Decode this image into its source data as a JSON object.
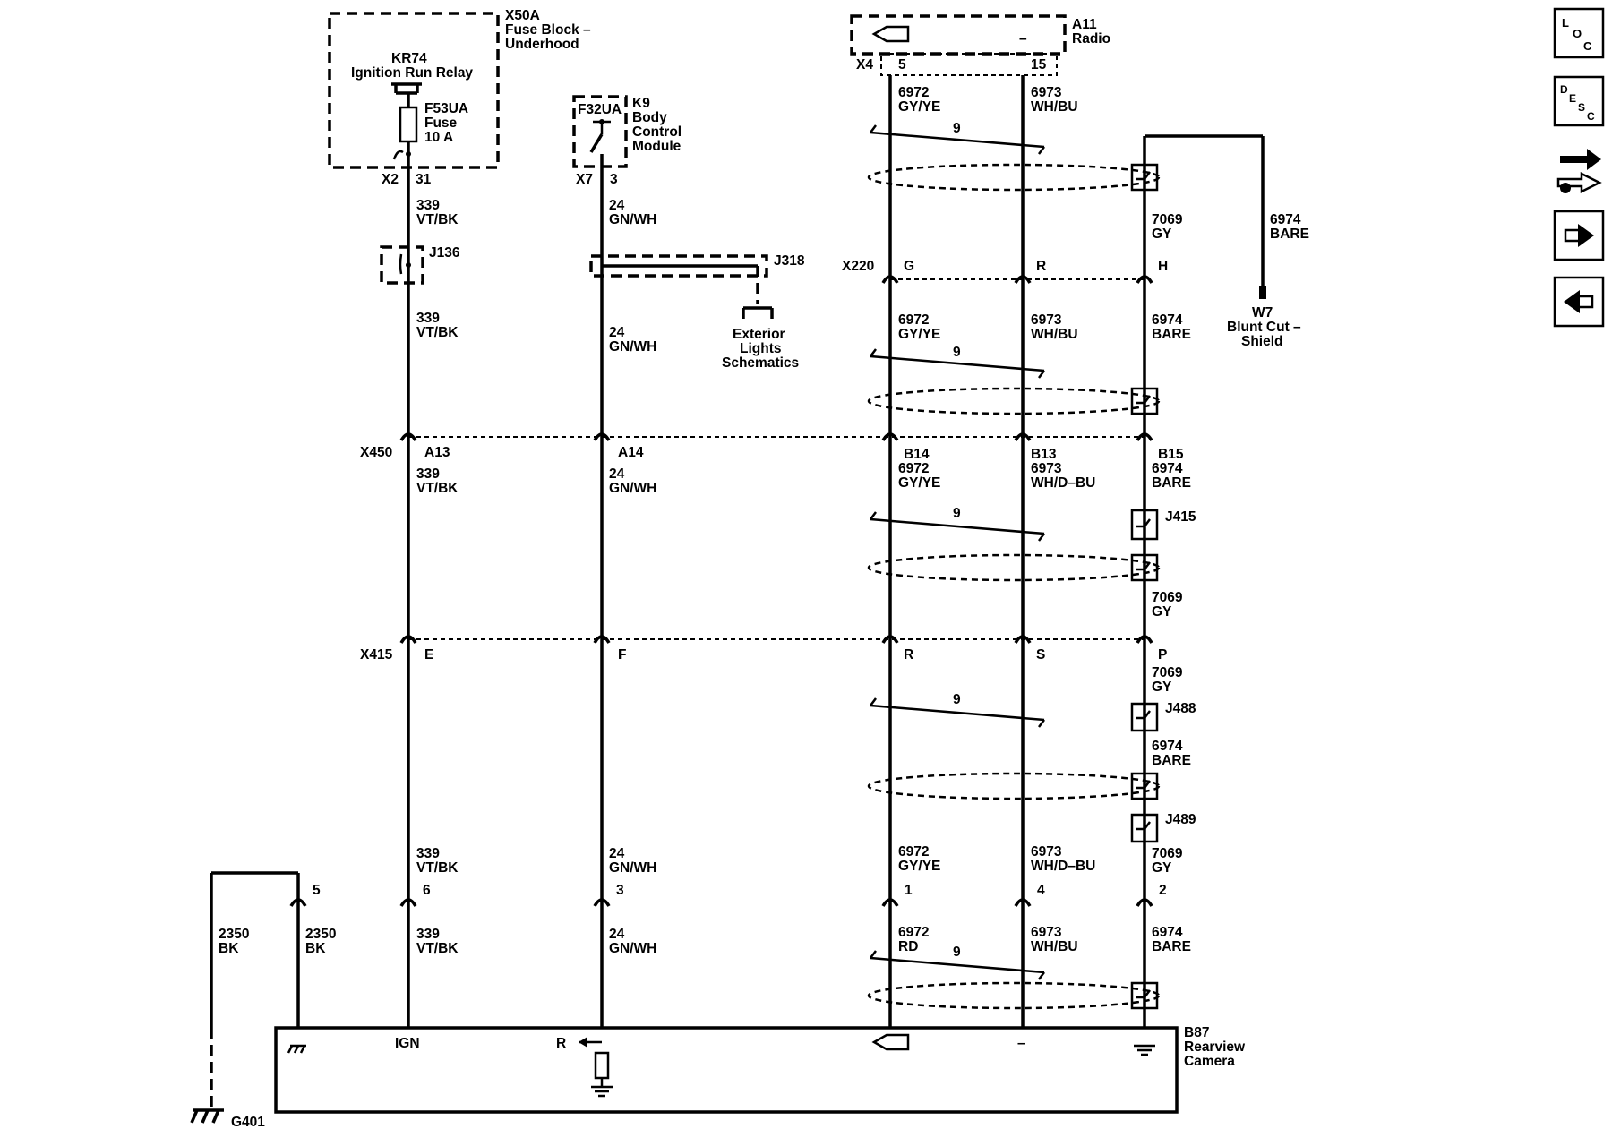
{
  "x50a": {
    "id": "X50A",
    "name1": "Fuse Block –",
    "name2": "Underhood",
    "relay": "KR74",
    "relay_name": "Ignition Run Relay",
    "fuse": "F53UA",
    "fuse_word": "Fuse",
    "fuse_rating": "10 A"
  },
  "k9": {
    "fuse": "F32UA",
    "id": "K9",
    "name1": "Body",
    "name2": "Control",
    "name3": "Module"
  },
  "a11": {
    "id": "A11",
    "name": "Radio",
    "minus": "–"
  },
  "pins": {
    "x2": "X2",
    "x2_31": "31",
    "x7": "X7",
    "x7_3": "3",
    "x4": "X4",
    "x4_5": "5",
    "x4_15": "15",
    "x220": "X220",
    "x220_g": "G",
    "x220_r": "R",
    "x220_h": "H",
    "x450": "X450",
    "a13": "A13",
    "a14": "A14",
    "b14": "B14",
    "b13": "B13",
    "b15": "B15",
    "x415": "X415",
    "e": "E",
    "f": "F",
    "r": "R",
    "s": "S",
    "p": "P",
    "b87_5": "5",
    "b87_6": "6",
    "b87_3": "3",
    "b87_1": "1",
    "b87_4": "4",
    "b87_2": "2"
  },
  "circuits": {
    "c339": "339",
    "vtbk": "VT/BK",
    "c24": "24",
    "gnwh": "GN/WH",
    "c6972": "6972",
    "gyye": "GY/YE",
    "rd": "RD",
    "c6973": "6973",
    "whbu": "WH/BU",
    "whdbu": "WH/D–BU",
    "c6974": "6974",
    "bare": "BARE",
    "c7069": "7069",
    "gy": "GY",
    "c2350": "2350",
    "bk": "BK",
    "twist": "9"
  },
  "splices": {
    "j136": "J136",
    "j318": "J318",
    "j415": "J415",
    "j488": "J488",
    "j489": "J489"
  },
  "exterior": {
    "l1": "Exterior",
    "l2": "Lights",
    "l3": "Schematics"
  },
  "w7": {
    "id": "W7",
    "l1": "Blunt Cut –",
    "l2": "Shield"
  },
  "b87": {
    "id": "B87",
    "l1": "Rearview",
    "l2": "Camera",
    "ign": "IGN",
    "r": "R",
    "minus": "–"
  },
  "g401": "G401",
  "nav": {
    "loc": "LOC",
    "desc": "DESC"
  }
}
